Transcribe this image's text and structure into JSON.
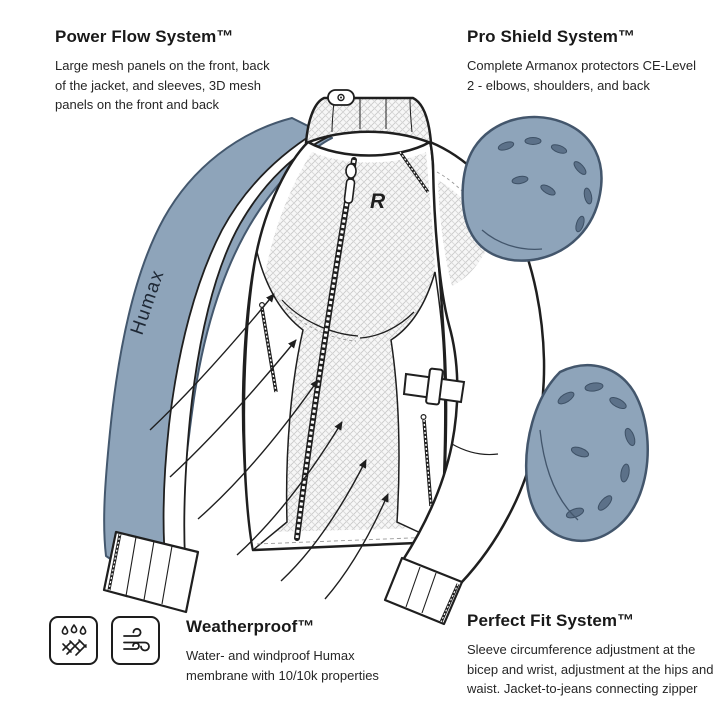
{
  "features": {
    "power_flow": {
      "title": "Power Flow System™",
      "description": "Large mesh panels on the front, back of the jacket, and sleeves, 3D mesh panels on the front and back"
    },
    "pro_shield": {
      "title": "Pro Shield System™",
      "description": "Complete Armanox protectors CE-Level 2 - elbows, shoulders, and back"
    },
    "weatherproof": {
      "title": "Weatherproof™",
      "description": "Water- and windproof Humax membrane with 10/10k properties"
    },
    "perfect_fit": {
      "title": "Perfect Fit System™",
      "description": "Sleeve circumference adjustment at the bicep and wrist, adjustment at the hips and waist. Jacket-to-jeans connecting zipper"
    }
  },
  "illustration": {
    "membrane_label": "Humax",
    "brand_mark": "R"
  },
  "icons": [
    {
      "name": "waterproof-icon"
    },
    {
      "name": "wind-icon"
    }
  ],
  "colors": {
    "accent_blue": "#8EA4BA",
    "accent_blue_dark": "#44586E",
    "outline": "#1F1F1F",
    "mesh_line": "#c8c8c8"
  }
}
